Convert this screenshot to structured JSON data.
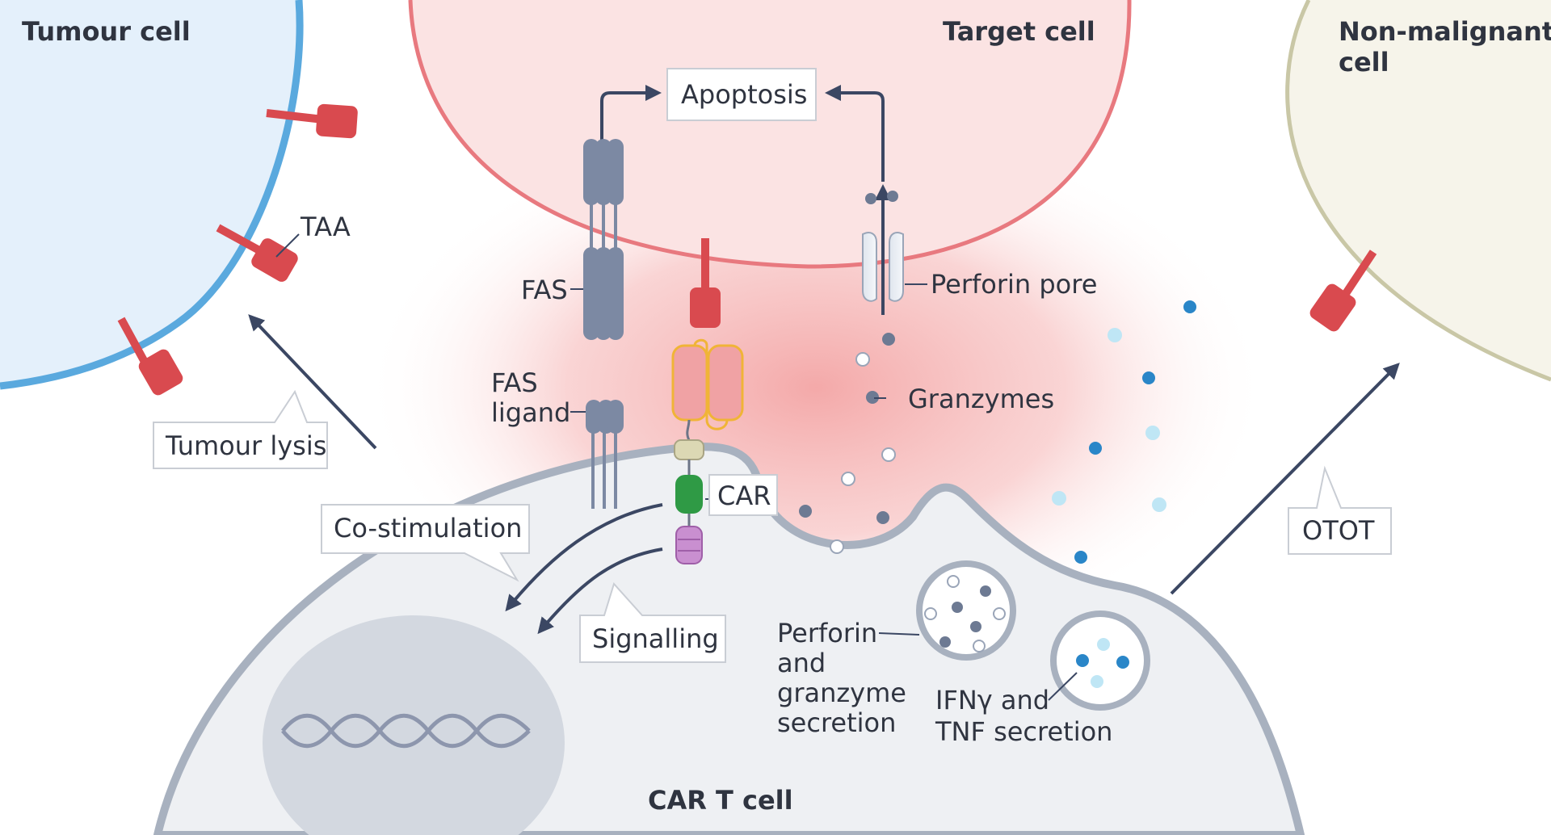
{
  "cells": {
    "tumour": "Tumour cell",
    "target": "Target cell",
    "non_malignant": [
      "Non-malignant",
      "cell"
    ],
    "car_t": "CAR T cell"
  },
  "labels": {
    "apoptosis": "Apoptosis",
    "taa": "TAA",
    "fas": "FAS",
    "fas_ligand": [
      "FAS",
      "ligand"
    ],
    "car": "CAR",
    "perforin_pore": "Perforin pore",
    "granzymes": "Granzymes",
    "tumour_lysis": "Tumour lysis",
    "co_stimulation": "Co-stimulation",
    "signalling": "Signalling",
    "otot": "OTOT",
    "perforin_secretion": [
      "Perforin",
      "and",
      "granzyme",
      "secretion"
    ],
    "cytokine_secretion": [
      "IFNγ and",
      "TNF secretion"
    ]
  },
  "colors": {
    "tumour_cell_fill": "#e4f0fb",
    "tumour_cell_border": "#5aa9de",
    "target_cell_fill": "#fbe3e3",
    "target_cell_border": "#e8797f",
    "non_malignant_fill": "#f6f4ea",
    "non_malignant_border": "#c9c7a6",
    "car_t_fill": "#eef0f3",
    "car_t_border": "#a8b1bf",
    "synapse_glow": "#f4a1a1",
    "antigen": "#d94a4f",
    "fas": "#7c89a3",
    "car_green": "#2f9a45",
    "car_purple": "#c98fd0",
    "arrow": "#3b4763",
    "cytokine_dark": "#2a86c8",
    "cytokine_light": "#bfe6f5"
  }
}
